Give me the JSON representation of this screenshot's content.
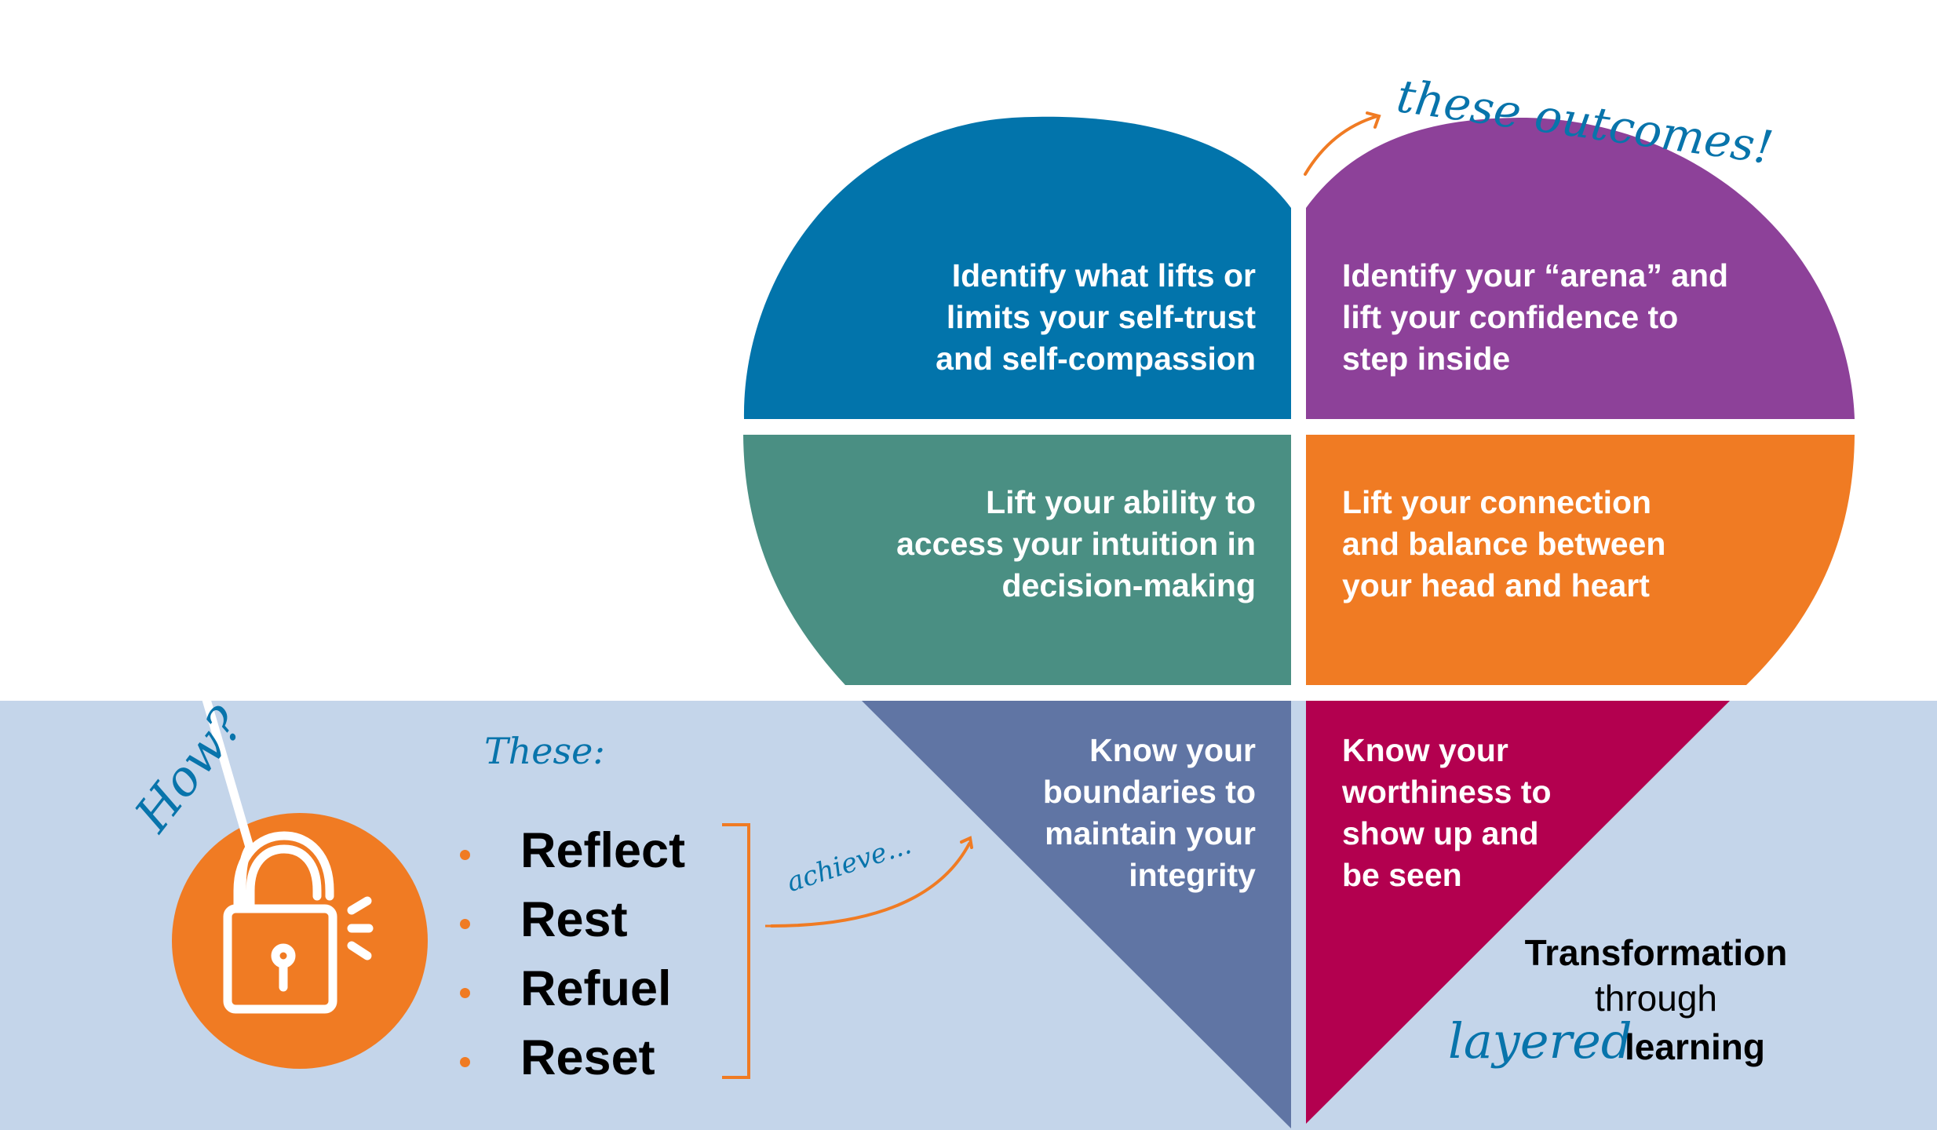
{
  "colors": {
    "band": "#c4d5ea",
    "blue": "#0274ab",
    "purple": "#8d4199",
    "teal": "#4a8f83",
    "orange": "#f07b23",
    "slate": "#6075a4",
    "magenta": "#b3004f",
    "script": "#0874ab"
  },
  "heart": {
    "quadrants": [
      {
        "id": "top-left",
        "color": "blue",
        "text": "Identify what lifts or\nlimits your self-trust\nand self-compassion"
      },
      {
        "id": "top-right",
        "color": "purple",
        "text": "Identify your “arena” and\nlift your confidence to\nstep inside"
      },
      {
        "id": "middle-left",
        "color": "teal",
        "text": "Lift your ability to\naccess your intuition in\ndecision-making"
      },
      {
        "id": "middle-right",
        "color": "orange",
        "text": "Lift your connection\nand balance between\nyour head and heart"
      },
      {
        "id": "bottom-left",
        "color": "slate",
        "text": "Know your\nboundaries to\nmaintain your\nintegrity"
      },
      {
        "id": "bottom-right",
        "color": "magenta",
        "text": "Know your\nworthiness to\nshow up and\nbe seen"
      }
    ]
  },
  "annotations": {
    "these_outcomes": "these outcomes!",
    "how": "How?",
    "these": "These:",
    "achieve": "achieve..."
  },
  "practices": {
    "icon": "unlocked-padlock-icon",
    "items": [
      "Reflect",
      "Rest",
      "Refuel",
      "Reset"
    ]
  },
  "tagline": {
    "line1": "Transformation",
    "line2": "through",
    "script_word": "layered",
    "line3": "learning"
  }
}
